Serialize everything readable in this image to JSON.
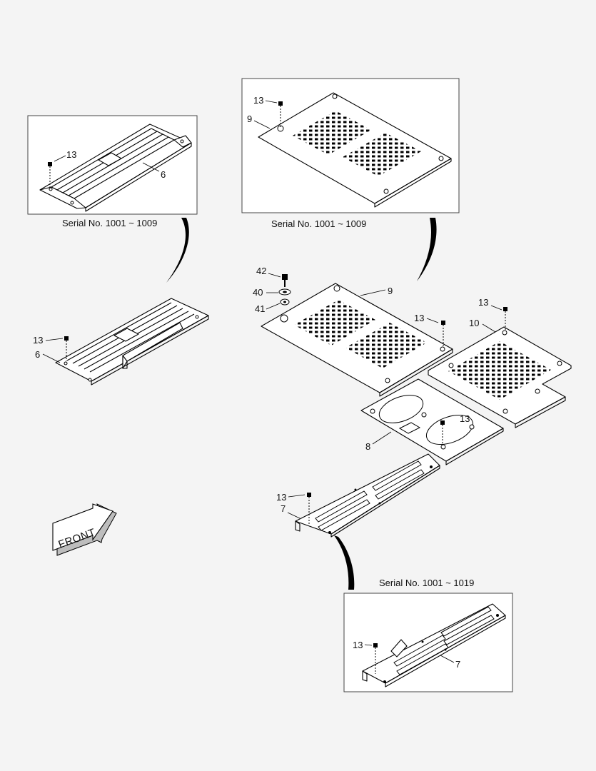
{
  "captions": {
    "box_top_left": "Serial No. 1001 ~ 1009",
    "box_top_right": "Serial No. 1001 ~ 1009",
    "box_bottom": "Serial No. 1001 ~ 1019"
  },
  "labels": {
    "p6": "6",
    "p7": "7",
    "p8": "8",
    "p9": "9",
    "p10": "10",
    "p13": "13",
    "p40": "40",
    "p41": "41",
    "p42": "42"
  },
  "front_arrow": "FRONT"
}
